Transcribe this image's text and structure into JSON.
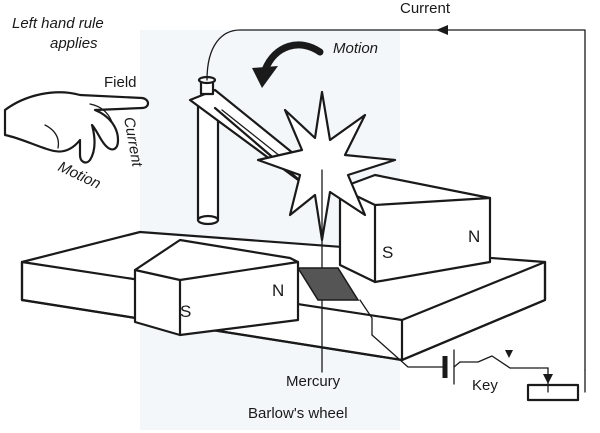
{
  "labels": {
    "rule_line1": "Left hand rule",
    "rule_line2": "applies",
    "field": "Field",
    "current_hand": "Current",
    "motion_hand": "Motion",
    "current_top": "Current",
    "motion_top": "Motion",
    "mercury": "Mercury",
    "key": "Key",
    "caption": "Barlow's wheel",
    "magnet_back_s": "S",
    "magnet_back_n": "N",
    "magnet_front_s": "S",
    "magnet_front_n": "N"
  }
}
